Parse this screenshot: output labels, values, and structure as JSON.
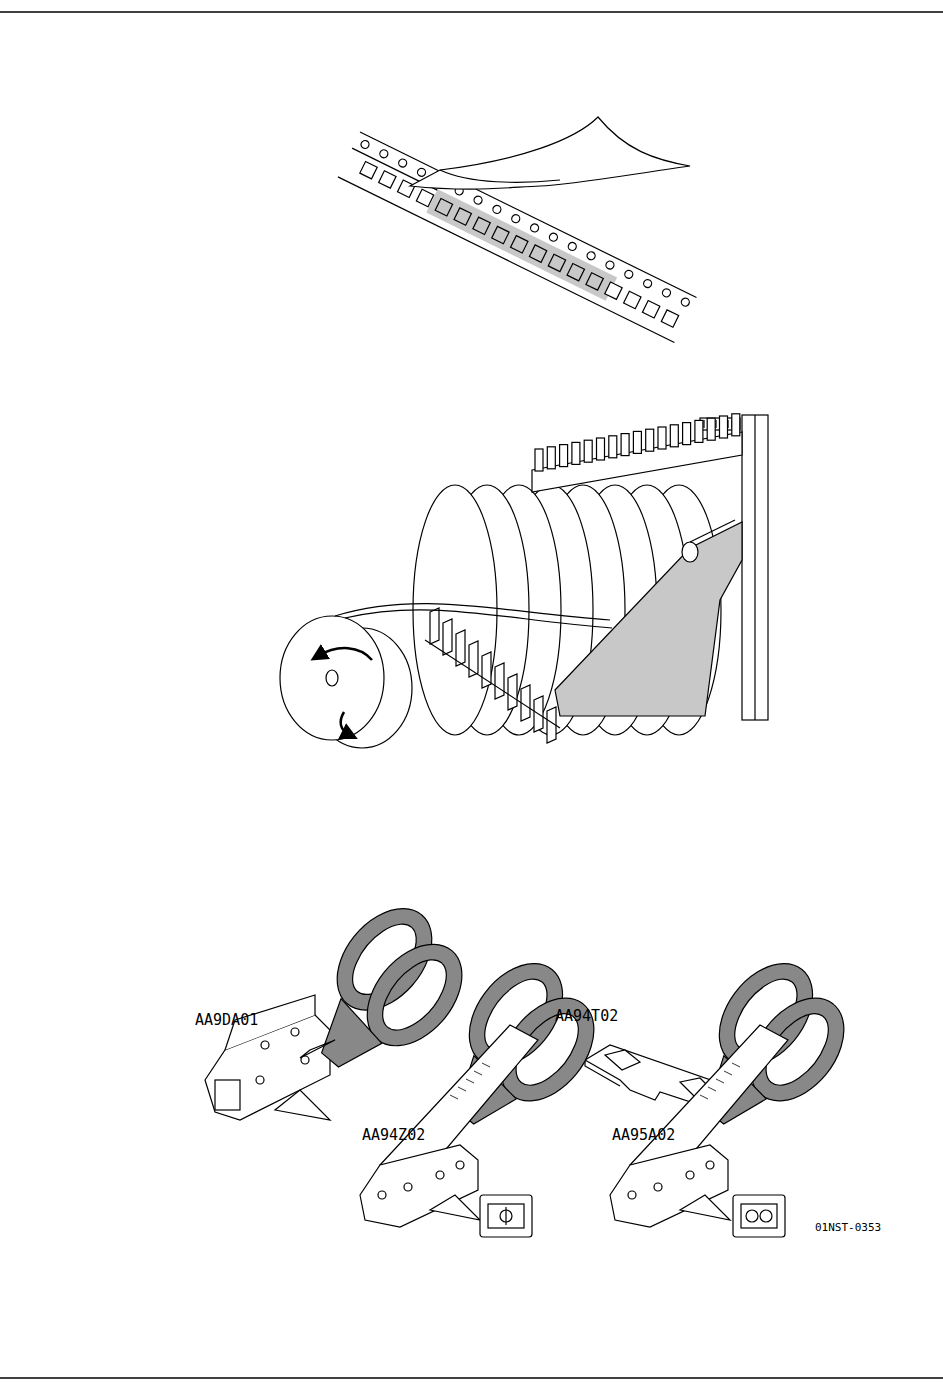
{
  "diagram": {
    "labels": [
      "AA9DA01",
      "AA94T02",
      "AA94Z02",
      "AA95A02",
      "01NST-0353"
    ]
  }
}
